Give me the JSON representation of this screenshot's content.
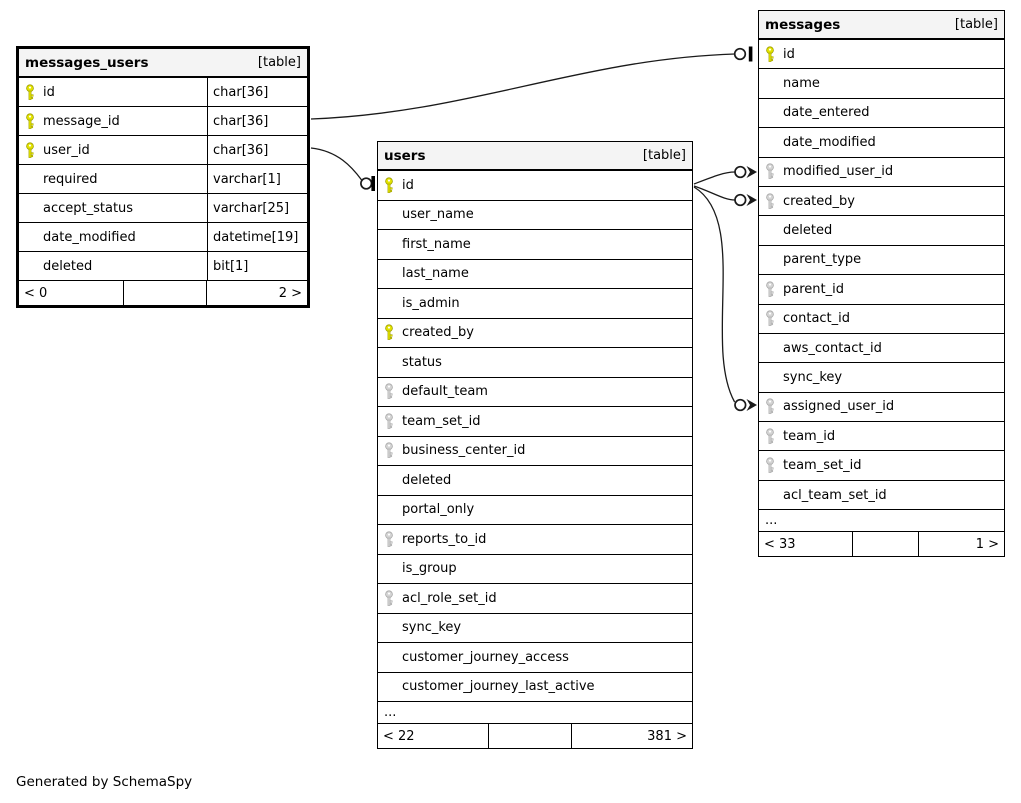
{
  "page": {
    "footer_note": "Generated by SchemaSpy"
  },
  "colors": {
    "header_bg": "#f4f4f4",
    "border": "#000000",
    "line": "#1a1a1a",
    "pk_key_fill": "#e4e400",
    "pk_key_stroke": "#9e9e00",
    "fk_key_fill": "#d4d4d4",
    "fk_key_stroke": "#a8a8a8"
  },
  "tables": {
    "messages_users": {
      "title": "messages_users",
      "tag": "[table]",
      "show_types": true,
      "columns": [
        {
          "name": "id",
          "type": "char[36]",
          "key": "pk"
        },
        {
          "name": "message_id",
          "type": "char[36]",
          "key": "pk"
        },
        {
          "name": "user_id",
          "type": "char[36]",
          "key": "pk"
        },
        {
          "name": "required",
          "type": "varchar[1]",
          "key": ""
        },
        {
          "name": "accept_status",
          "type": "varchar[25]",
          "key": ""
        },
        {
          "name": "date_modified",
          "type": "datetime[19]",
          "key": ""
        },
        {
          "name": "deleted",
          "type": "bit[1]",
          "key": ""
        }
      ],
      "ellipsis": false,
      "ellipsis_label": "...",
      "footer": {
        "left": "< 0",
        "middle": "",
        "right": "2 >"
      }
    },
    "users": {
      "title": "users",
      "tag": "[table]",
      "show_types": false,
      "columns": [
        {
          "name": "id",
          "key": "pk"
        },
        {
          "name": "user_name",
          "key": ""
        },
        {
          "name": "first_name",
          "key": ""
        },
        {
          "name": "last_name",
          "key": ""
        },
        {
          "name": "is_admin",
          "key": ""
        },
        {
          "name": "created_by",
          "key": "pk"
        },
        {
          "name": "status",
          "key": ""
        },
        {
          "name": "default_team",
          "key": "fk"
        },
        {
          "name": "team_set_id",
          "key": "fk"
        },
        {
          "name": "business_center_id",
          "key": "fk"
        },
        {
          "name": "deleted",
          "key": ""
        },
        {
          "name": "portal_only",
          "key": ""
        },
        {
          "name": "reports_to_id",
          "key": "fk"
        },
        {
          "name": "is_group",
          "key": ""
        },
        {
          "name": "acl_role_set_id",
          "key": "fk"
        },
        {
          "name": "sync_key",
          "key": ""
        },
        {
          "name": "customer_journey_access",
          "key": ""
        },
        {
          "name": "customer_journey_last_active",
          "key": ""
        }
      ],
      "ellipsis": true,
      "ellipsis_label": "...",
      "footer": {
        "left": "< 22",
        "middle": "",
        "right": "381 >"
      }
    },
    "messages": {
      "title": "messages",
      "tag": "[table]",
      "show_types": false,
      "columns": [
        {
          "name": "id",
          "key": "pk"
        },
        {
          "name": "name",
          "key": ""
        },
        {
          "name": "date_entered",
          "key": ""
        },
        {
          "name": "date_modified",
          "key": ""
        },
        {
          "name": "modified_user_id",
          "key": "fk"
        },
        {
          "name": "created_by",
          "key": "fk"
        },
        {
          "name": "deleted",
          "key": ""
        },
        {
          "name": "parent_type",
          "key": ""
        },
        {
          "name": "parent_id",
          "key": "fk"
        },
        {
          "name": "contact_id",
          "key": "fk"
        },
        {
          "name": "aws_contact_id",
          "key": ""
        },
        {
          "name": "sync_key",
          "key": ""
        },
        {
          "name": "assigned_user_id",
          "key": "fk"
        },
        {
          "name": "team_id",
          "key": "fk"
        },
        {
          "name": "team_set_id",
          "key": "fk"
        },
        {
          "name": "acl_team_set_id",
          "key": ""
        }
      ],
      "ellipsis": true,
      "ellipsis_label": "...",
      "footer": {
        "left": "< 33",
        "middle": "",
        "right": "1 >"
      }
    }
  },
  "relationships": [
    {
      "fk": "messages_users.message_id",
      "pk": "messages.id"
    },
    {
      "fk": "messages_users.user_id",
      "pk": "users.id"
    },
    {
      "fk": "messages.modified_user_id",
      "pk": "users.id"
    },
    {
      "fk": "messages.created_by",
      "pk": "users.id"
    },
    {
      "fk": "messages.assigned_user_id",
      "pk": "users.id"
    }
  ]
}
